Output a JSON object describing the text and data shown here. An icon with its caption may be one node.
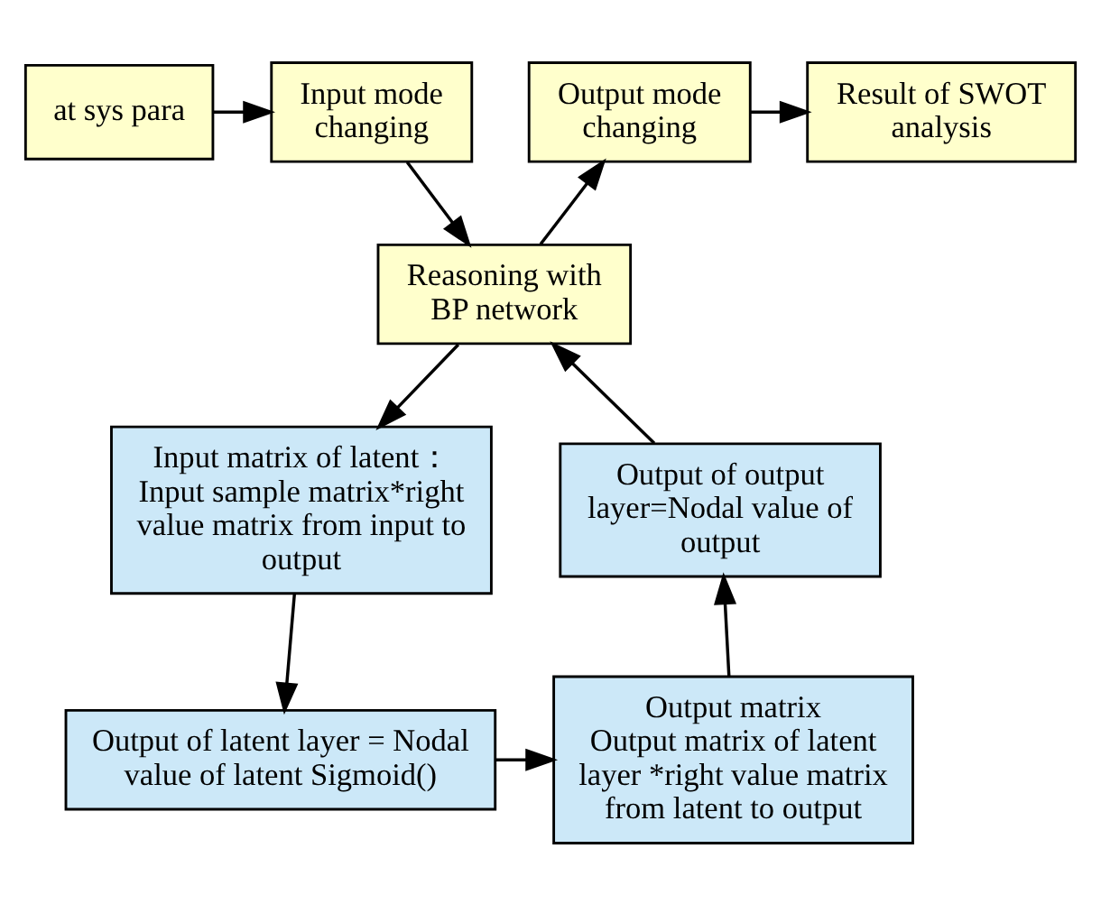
{
  "diagram": {
    "nodes": [
      {
        "text": [
          "at sys para"
        ]
      },
      {
        "text": [
          "Input mode changing"
        ]
      },
      {
        "text": [
          "Output mode changing"
        ]
      },
      {
        "text": [
          "Result of SWOT analysis"
        ]
      },
      {
        "text": [
          "Reasoning with BP network"
        ]
      },
      {
        "text": [
          "Input matrix of latent：",
          "Input sample matrix*right value matrix from input to output"
        ]
      },
      {
        "text": [
          "Output of output layer=Nodal value of output"
        ]
      },
      {
        "text": [
          "Output of latent layer = Nodal value of latent Sigmoid()"
        ]
      },
      {
        "text": [
          "Output matrix",
          "Output matrix of latent layer *right value matrix from latent to output"
        ]
      }
    ],
    "edges": [
      {
        "from": 0,
        "to": 1,
        "arrow": "to"
      },
      {
        "from": 2,
        "to": 3,
        "arrow": "to"
      },
      {
        "from": 1,
        "to": 4,
        "arrow": "to"
      },
      {
        "from": 4,
        "to": 2,
        "arrow": "to"
      },
      {
        "from": 4,
        "to": 5,
        "arrow": "to"
      },
      {
        "from": 5,
        "to": 7,
        "arrow": "to"
      },
      {
        "from": 7,
        "to": 8,
        "arrow": "to"
      },
      {
        "from": 8,
        "to": 6,
        "arrow": "to"
      },
      {
        "from": 6,
        "to": 4,
        "arrow": "to"
      }
    ]
  }
}
